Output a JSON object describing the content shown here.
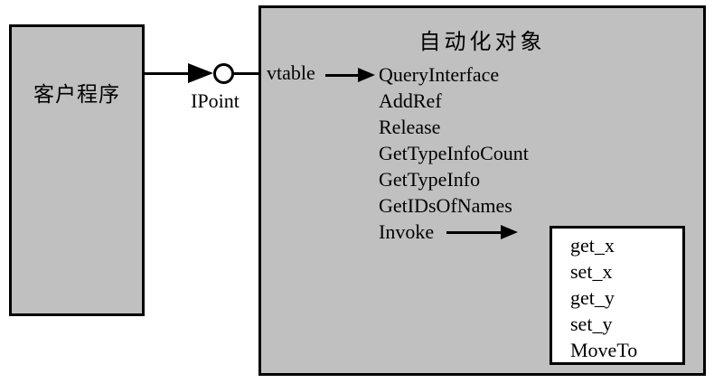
{
  "colors": {
    "box_fill": "#c0c0c0",
    "inner_box_fill": "#ffffff",
    "line_and_text": "#000000",
    "background": "#ffffff"
  },
  "client_box": {
    "label": "客户程序"
  },
  "connector": {
    "interface_label": "IPoint",
    "arrowhead_icon": "filled-right-arrowhead",
    "lollipop_icon": "interface-circle"
  },
  "automation_box": {
    "title": "自动化对象",
    "vtable_label": "vtable",
    "vtable_methods": [
      "QueryInterface",
      "AddRef",
      "Release",
      "GetTypeInfoCount",
      "GetTypeInfo",
      "GetIDsOfNames",
      "Invoke"
    ],
    "dispatch_box": {
      "methods": [
        "get_x",
        "set_x",
        "get_y",
        "set_y",
        "MoveTo"
      ]
    }
  }
}
